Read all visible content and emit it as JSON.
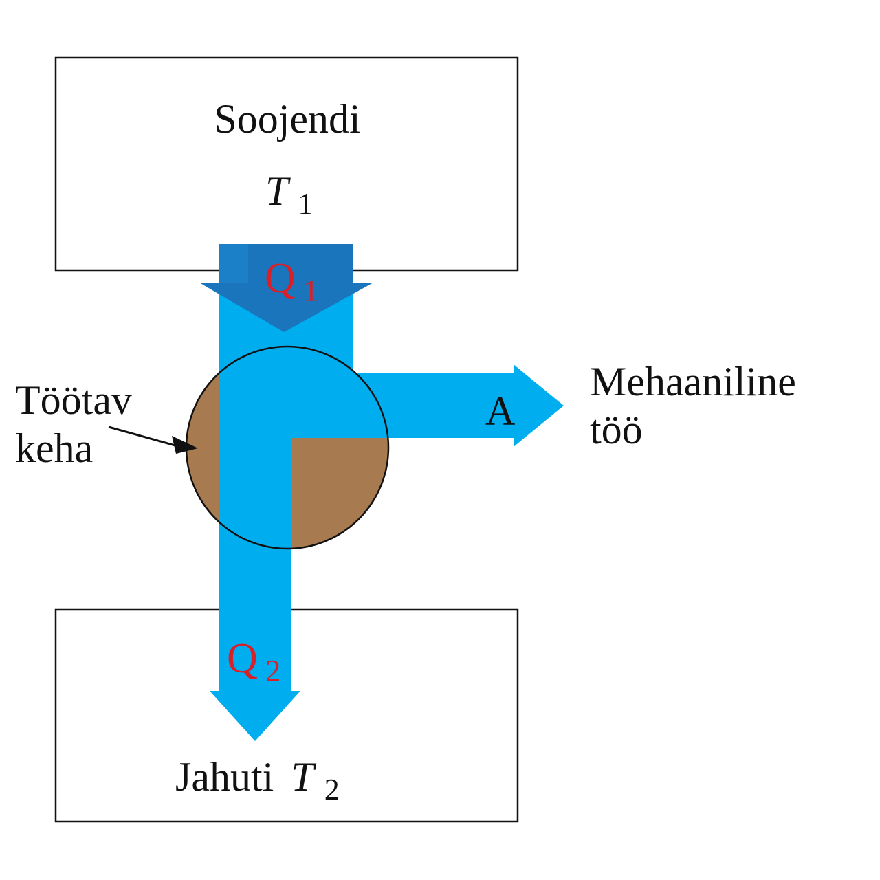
{
  "diagram": {
    "type": "heat-engine-schematic",
    "colors": {
      "flow_blue": "#00aeef",
      "inlet_dark_blue": "#1a75bc",
      "working_body_brown": "#a87a50",
      "label_red": "#d8202a",
      "outline": "#111111"
    },
    "heater": {
      "name": "Soojendi",
      "temp_symbol": "T",
      "temp_subscript": "1"
    },
    "cooler": {
      "name": "Jahuti",
      "temp_symbol": "T",
      "temp_subscript": "2"
    },
    "heat_in": {
      "symbol": "Q",
      "subscript": "1"
    },
    "heat_out": {
      "symbol": "Q",
      "subscript": "2"
    },
    "work": {
      "symbol": "A",
      "label_line1": "Mehaaniline",
      "label_line2": "töö"
    },
    "working_body": {
      "label_line1": "Töötav",
      "label_line2": "keha"
    }
  }
}
